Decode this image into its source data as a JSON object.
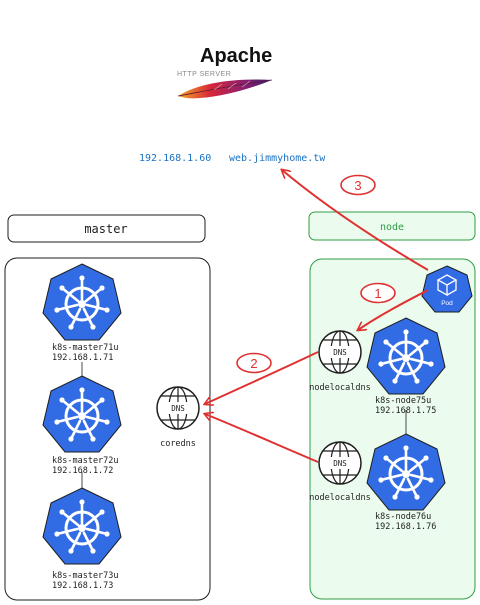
{
  "apache": {
    "title": "Apache",
    "subtitle": "HTTP SERVER"
  },
  "target": {
    "ip": "192.168.1.60",
    "domain": "web.jimmyhome.tw"
  },
  "groups": {
    "master": "master",
    "node": "node"
  },
  "masters": [
    {
      "name": "k8s-master71u",
      "ip": "192.168.1.71"
    },
    {
      "name": "k8s-master72u",
      "ip": "192.168.1.72"
    },
    {
      "name": "k8s-master73u",
      "ip": "192.168.1.73"
    }
  ],
  "nodes": [
    {
      "name": "k8s-node75u",
      "ip": "192.168.1.75"
    },
    {
      "name": "k8s-node76u",
      "ip": "192.168.1.76"
    }
  ],
  "dns": {
    "label": "DNS",
    "coredns": "coredns",
    "nodelocal_1": "nodelocaldns",
    "nodelocal_2": "nodelocaldns"
  },
  "pod": {
    "label": "Pod"
  },
  "steps": [
    "1",
    "2",
    "3"
  ],
  "colors": {
    "k8s_blue": "#326ce5",
    "arrow_red": "#e03131",
    "node_green": "#2f9e44",
    "node_fill": "#ebfbee",
    "ip_blue": "#1971c2"
  },
  "icons": {
    "k8s": "kubernetes-helm-icon",
    "dns": "dns-globe-icon",
    "pod": "pod-cube-icon",
    "apache": "apache-feather-logo"
  }
}
